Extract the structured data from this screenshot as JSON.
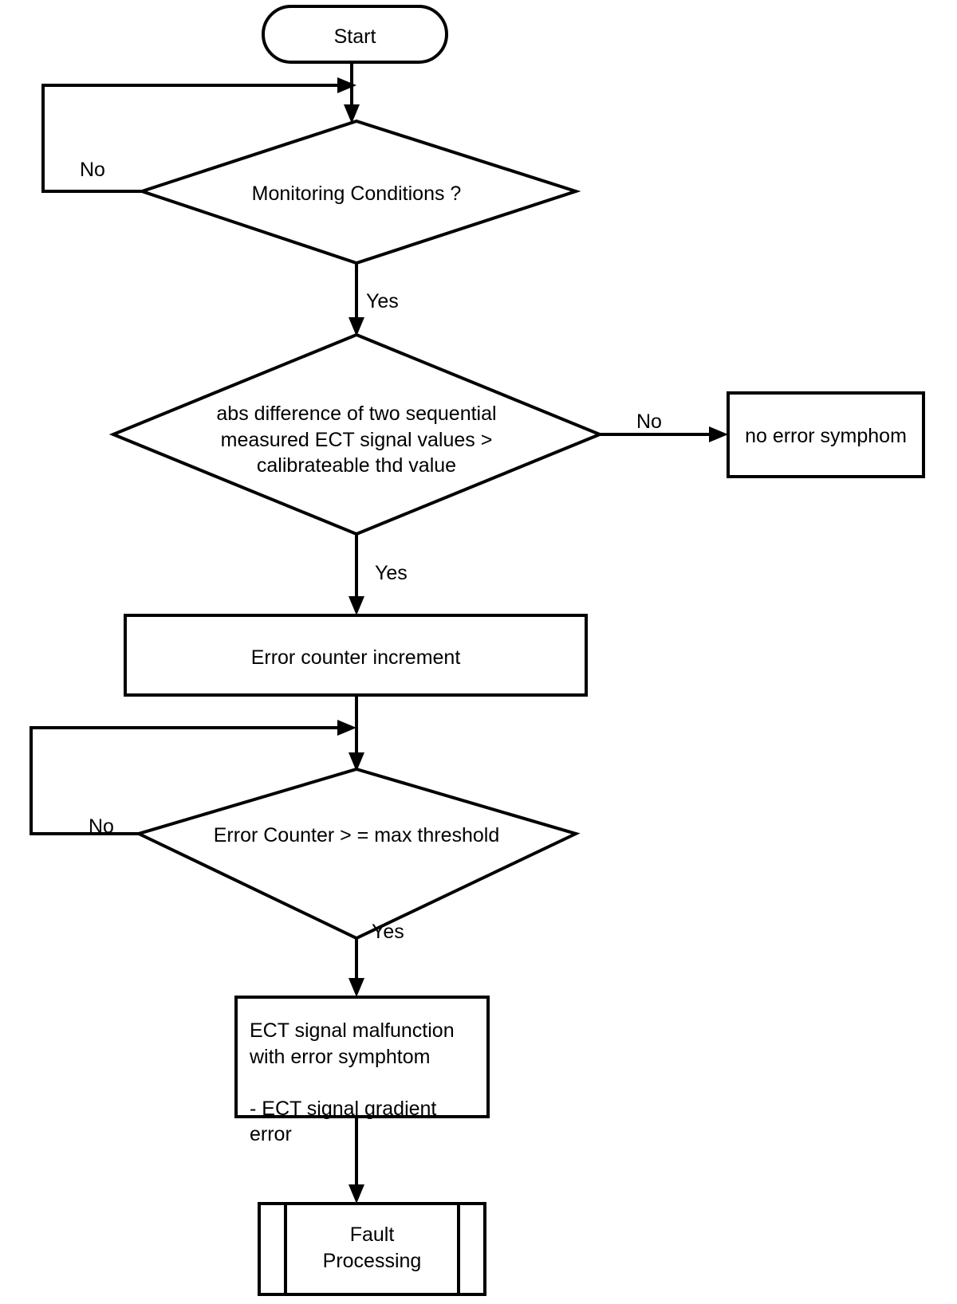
{
  "diagram": {
    "title": "ECT signal gradient error monitoring flowchart",
    "type": "flowchart",
    "stroke_color": "#000000",
    "fill_color": "#ffffff",
    "background": "#ffffff"
  },
  "nodes": {
    "start": {
      "label": "Start",
      "shape": "terminator-rounded"
    },
    "monitoring_conditions": {
      "label": "Monitoring Conditions ?",
      "shape": "decision-diamond"
    },
    "abs_difference": {
      "label": "abs difference of two sequential\nmeasured ECT signal values >\ncalibrateable thd value",
      "shape": "decision-diamond"
    },
    "no_error_symphom": {
      "label": "no error symphom",
      "shape": "process-rectangle"
    },
    "error_counter_increment": {
      "label": "Error counter increment",
      "shape": "process-rectangle"
    },
    "error_counter_threshold": {
      "label": "Error Counter > = max threshold",
      "shape": "decision-diamond"
    },
    "ect_malfunction": {
      "label": "ECT signal malfunction\nwith error symphtom\n\n- ECT signal gradient error",
      "shape": "process-rectangle"
    },
    "fault_processing": {
      "label": "Fault\nProcessing",
      "shape": "predefined-process"
    }
  },
  "edge_labels": {
    "monitoring_no": "No",
    "monitoring_yes": "Yes",
    "absdiff_no": "No",
    "absdiff_yes": "Yes",
    "counter_no": "No",
    "counter_yes": "Yes"
  }
}
